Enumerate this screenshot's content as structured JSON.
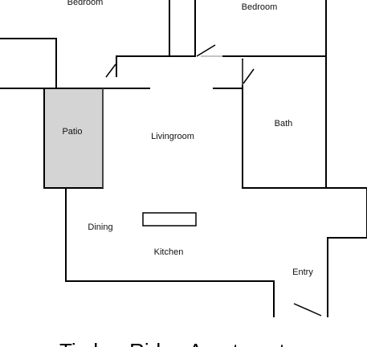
{
  "rooms": {
    "bedroom_left": "Bedroom",
    "bedroom_right": "Bedroom",
    "patio": "Patio",
    "livingroom": "Livingroom",
    "bath": "Bath",
    "dining": "Dining",
    "kitchen": "Kitchen",
    "entry": "Entry"
  },
  "caption": "Timber Ridge Apartment",
  "colors": {
    "wall": "#000000",
    "patio_fill": "#d4d4d4"
  }
}
